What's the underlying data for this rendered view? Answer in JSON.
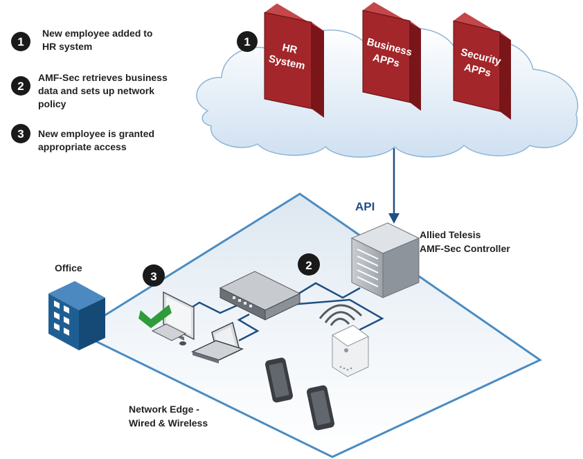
{
  "legend": {
    "steps": [
      {
        "number": "1",
        "lines": [
          "New employee added to",
          "HR system"
        ]
      },
      {
        "number": "2",
        "lines": [
          "AMF-Sec retrieves business",
          "data and sets up network",
          "policy"
        ]
      },
      {
        "number": "3",
        "lines": [
          "New employee is granted",
          "appropriate access"
        ]
      }
    ]
  },
  "cloud": {
    "apps": [
      {
        "lines": [
          "HR",
          "System"
        ]
      },
      {
        "lines": [
          "Business",
          "APPs"
        ]
      },
      {
        "lines": [
          "Security",
          "APPs"
        ]
      }
    ],
    "step_badge": "1"
  },
  "api_label": "API",
  "controller": {
    "lines": [
      "Allied Telesis",
      "AMF-Sec Controller"
    ]
  },
  "office_label": "Office",
  "network_badge": "2",
  "access_badge": "3",
  "network_edge": {
    "lines": [
      "Network Edge -",
      "Wired & Wireless"
    ]
  },
  "colors": {
    "app_tile": "#a3262a",
    "app_tile_side": "#7a1619",
    "line": "#1d4f82",
    "badge": "#1a1a1a",
    "check": "#2e9c3a",
    "office": "#1f5e93"
  }
}
